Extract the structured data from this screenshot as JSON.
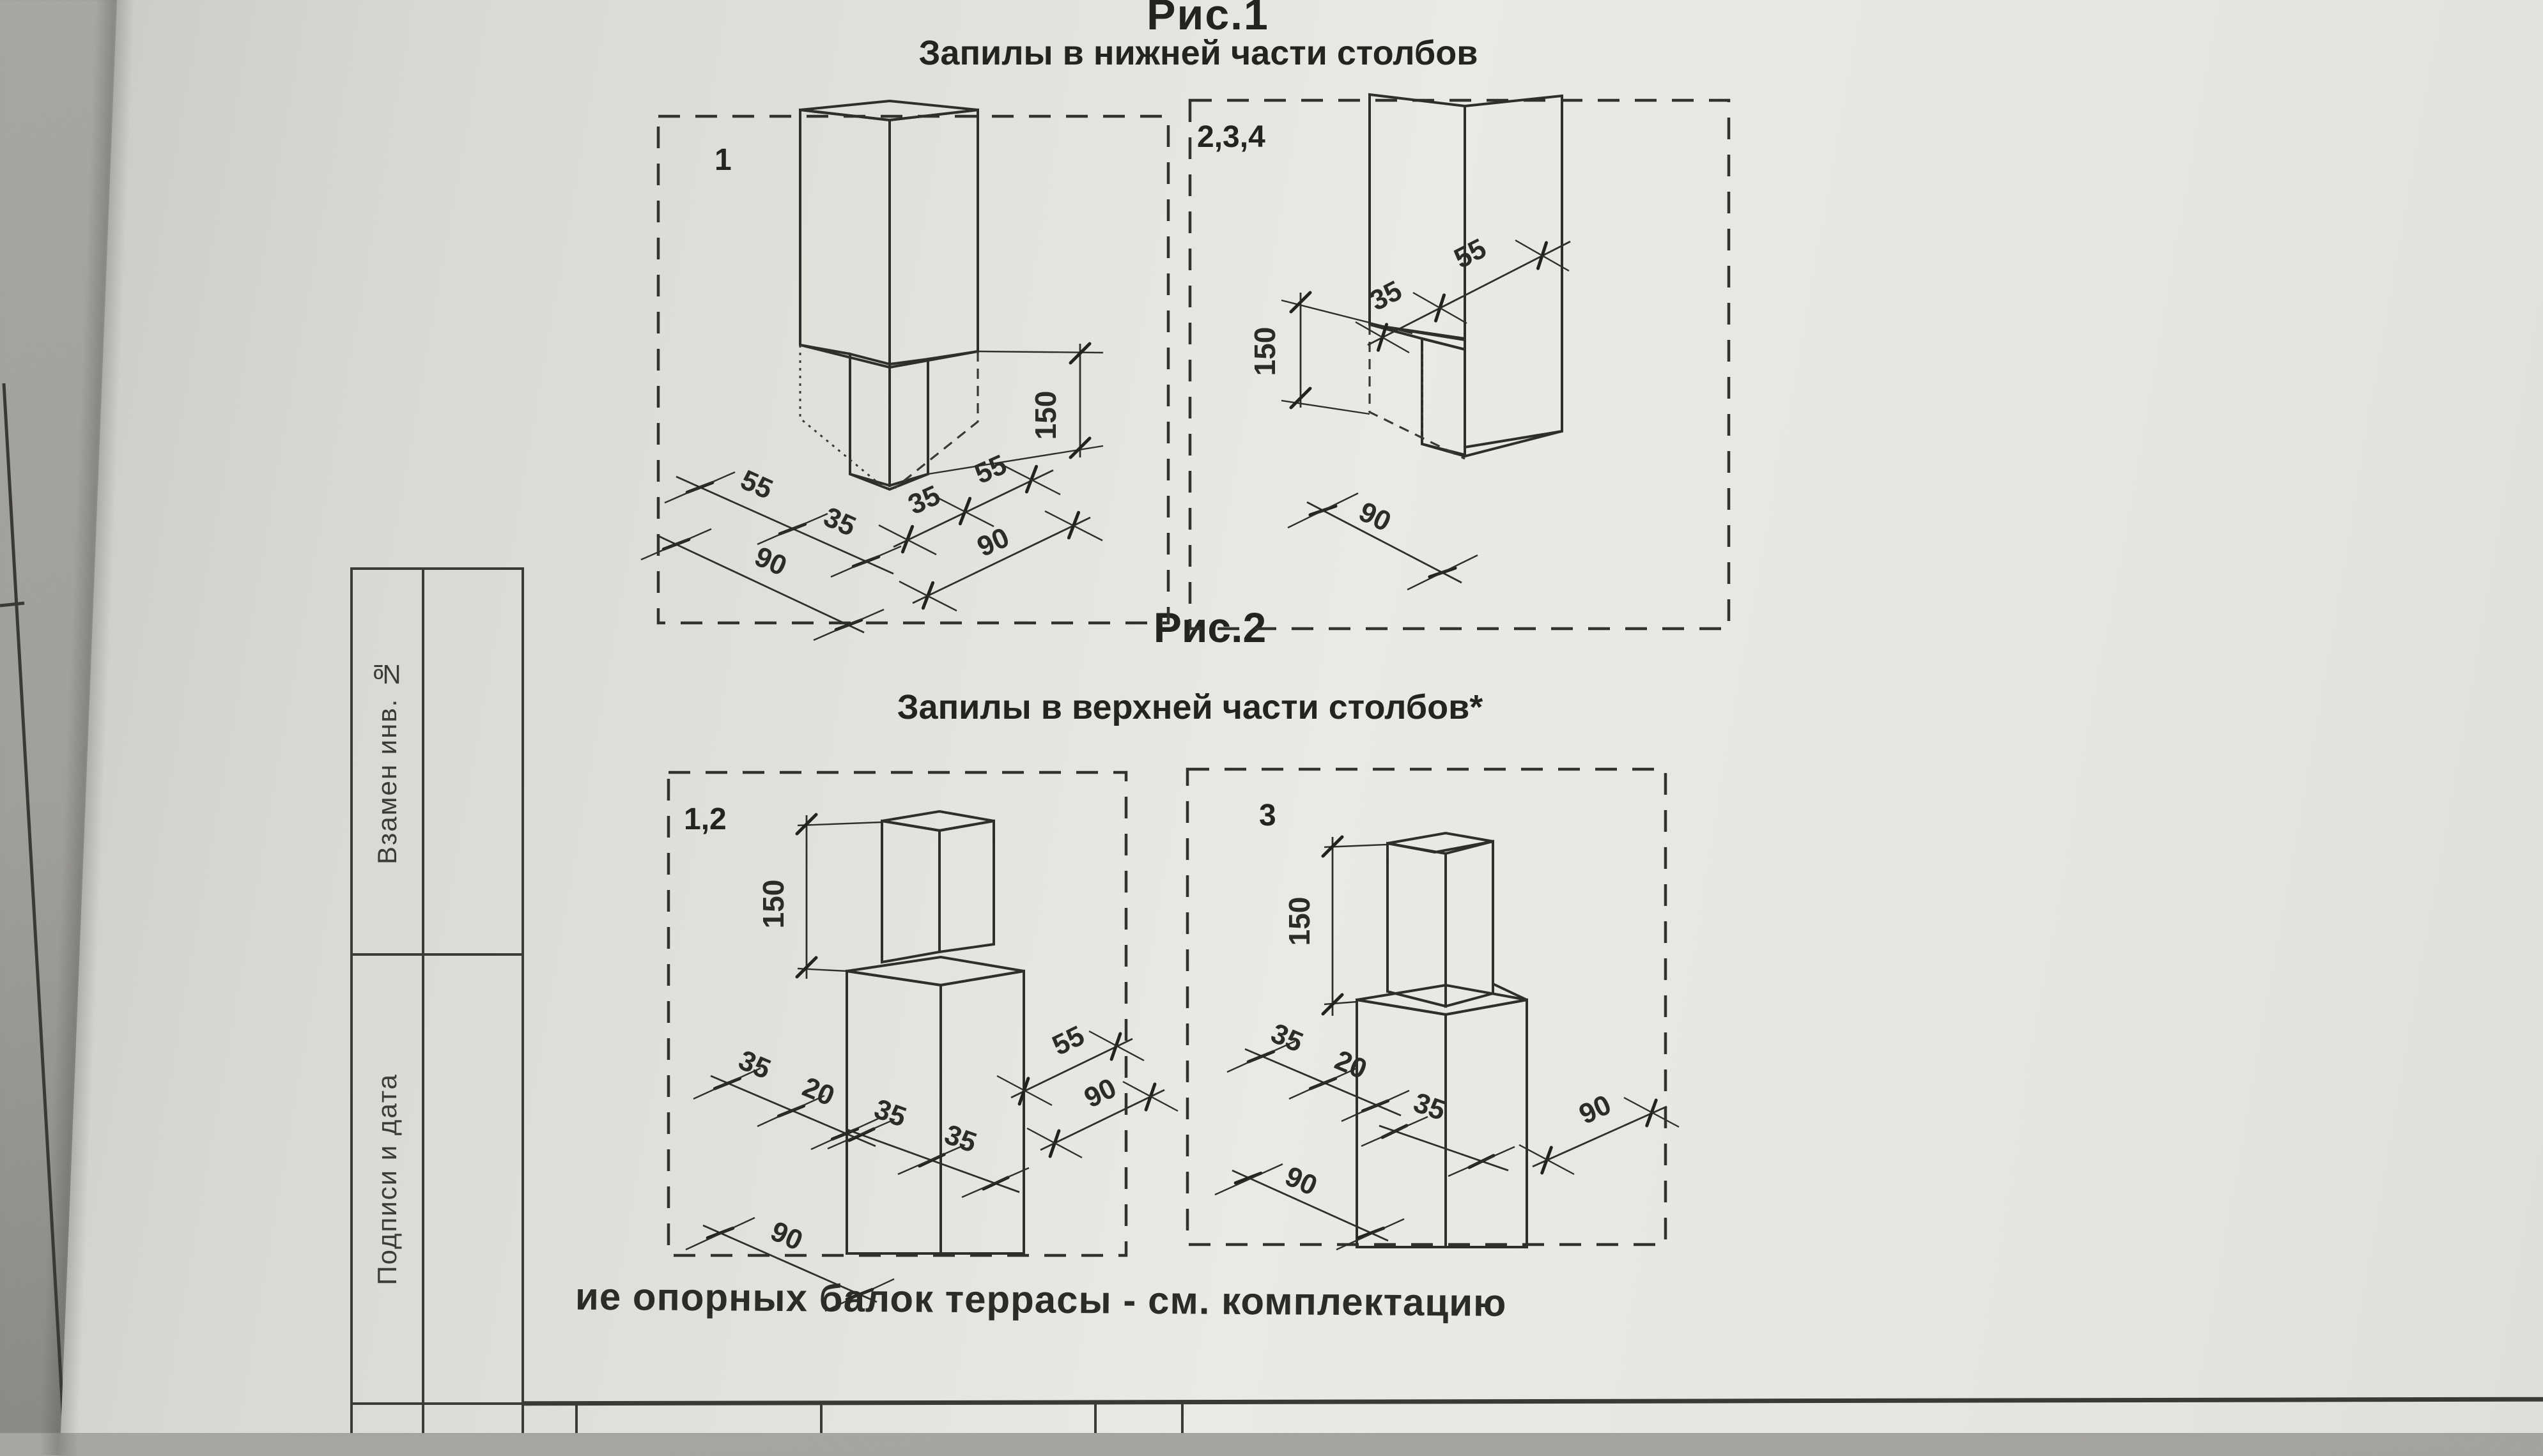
{
  "fig1": {
    "title": "Рис.1",
    "subtitle": "Запилы в нижней части столбов",
    "a": {
      "tag": "1",
      "h": "150",
      "l1": "55",
      "l2": "35",
      "r1": "35",
      "r2": "55",
      "bl": "90",
      "br": "90"
    },
    "b": {
      "tag": "2,3,4",
      "h": "150",
      "c1": "35",
      "c2": "55",
      "base": "90"
    }
  },
  "fig2": {
    "title": "Рис.2",
    "subtitle": "Запилы в верхней части столбов*",
    "a": {
      "tag": "1,2",
      "h": "150",
      "l1": "35",
      "l2": "20",
      "m1": "35",
      "m2": "35",
      "r1": "55",
      "r2": "90",
      "bl": "90"
    },
    "b": {
      "tag": "3",
      "h": "150",
      "l1": "35",
      "l2": "20",
      "m1": "35",
      "bl": "90",
      "br": "90"
    }
  },
  "stamp": {
    "row1": "Взамен инв. №",
    "row2": "Подписи и дата"
  },
  "footnote": "ие опорных балок террасы - см. комплектацию"
}
